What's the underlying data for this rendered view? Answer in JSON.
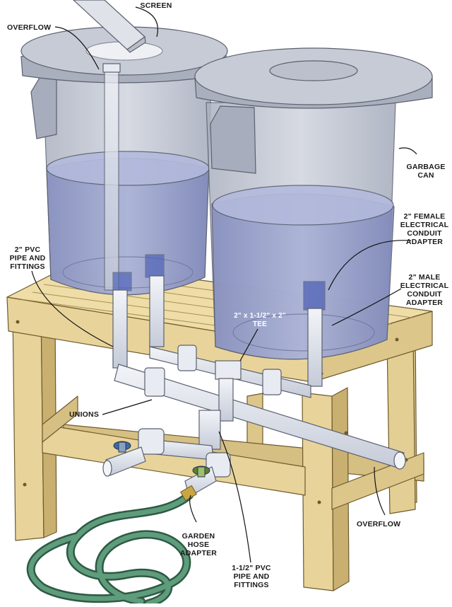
{
  "diagram": {
    "labels": {
      "screen": "SCREEN",
      "overflow_top": "OVERFLOW",
      "garbage_can": "GARBAGE\nCAN",
      "female_adapter": "2\" FEMALE\nELECTRICAL\nCONDUIT\nADAPTER",
      "pvc_pipe": "2\" PVC\nPIPE AND\nFITTINGS",
      "male_adapter": "2\" MALE\nELECTRICAL\nCONDUIT\nADAPTER",
      "tee": "2\" x 1-1/2\" x 2\"\nTEE",
      "unions": "UNIONS",
      "overflow_bottom": "OVERFLOW",
      "garden_hose_adapter": "GARDEN\nHOSE\nADAPTER",
      "small_pvc": "1-1/2\" PVC\nPIPE AND\nFITTINGS"
    },
    "colors": {
      "wood": "#e8d49a",
      "wood_dark": "#c9b070",
      "can": "#bfc3cf",
      "water": "#9aa3cc",
      "pipe": "#dde2ec",
      "hose": "#4e8a6e",
      "valve": "#3a6aa8"
    }
  }
}
